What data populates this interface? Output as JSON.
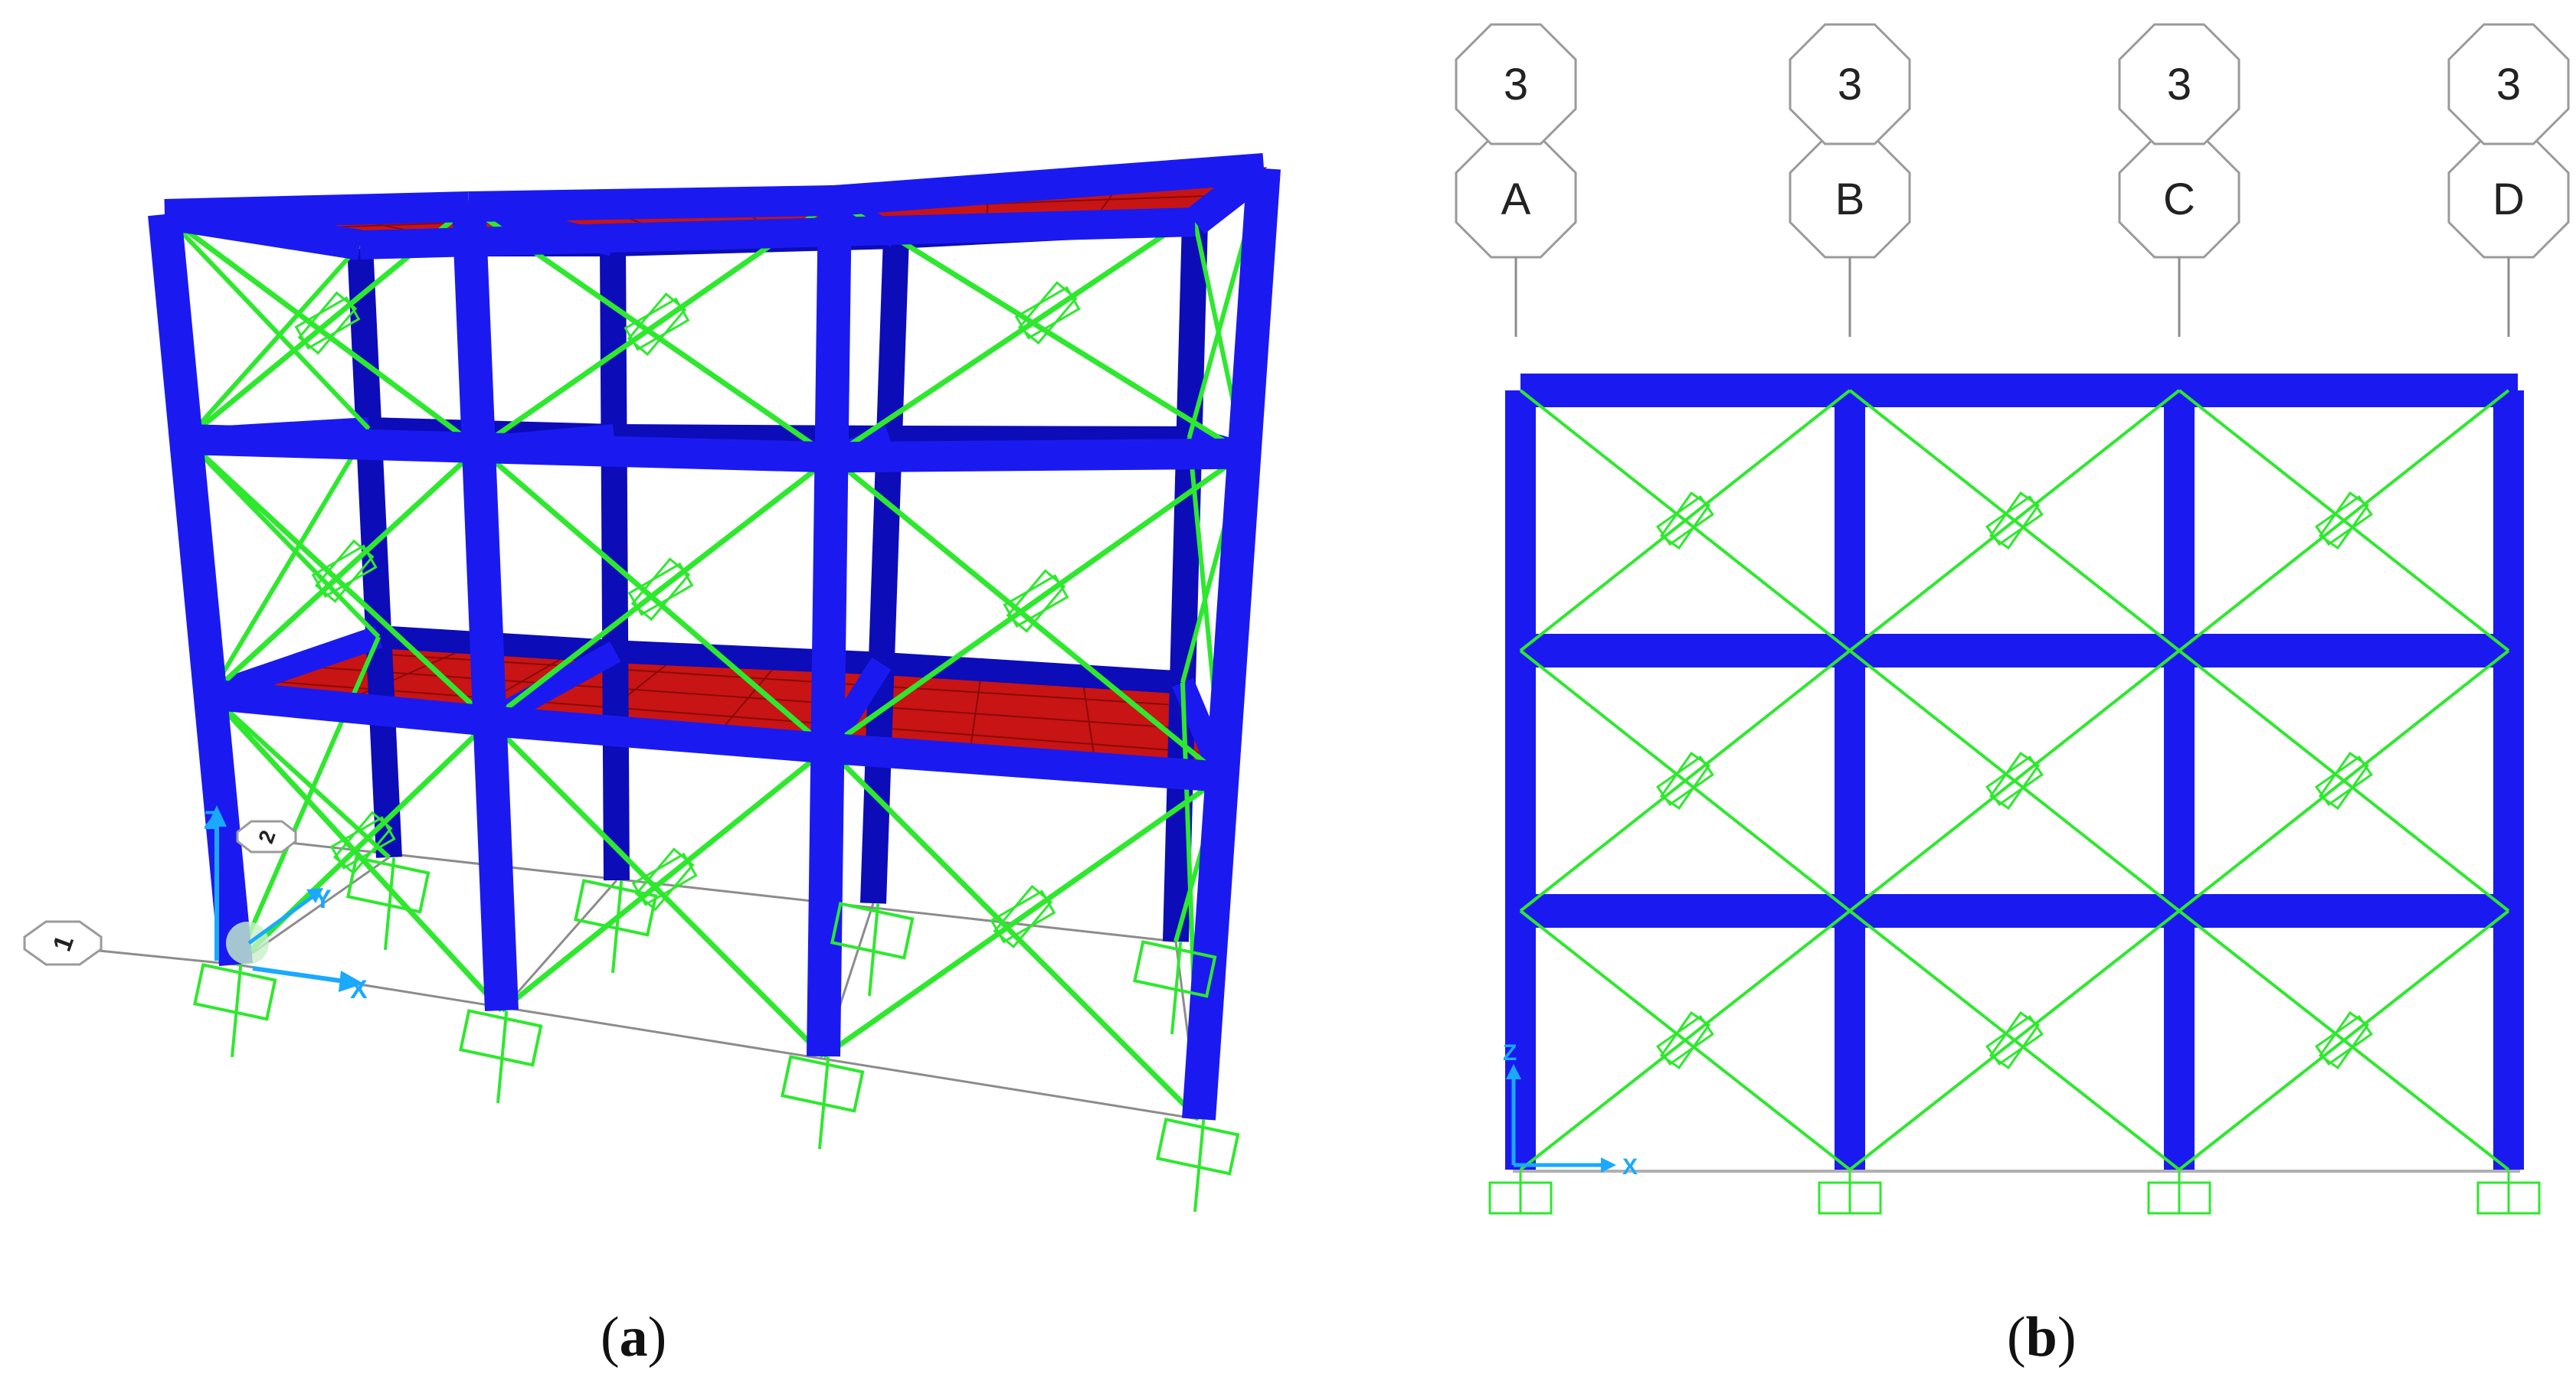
{
  "colors": {
    "frame": "#1a1af0",
    "frame_dark": "#0c0cb8",
    "brace": "#2ee82e",
    "slab": "#c81414",
    "slab_dark": "#8a0a0a",
    "grid": "#8c8c8c",
    "bubble_stroke": "#9a9a9a",
    "axis": "#1aa9ff"
  },
  "panel_a": {
    "grid_bubbles": [
      "1",
      "2"
    ],
    "axis_labels": {
      "z": "Z",
      "y": "Y",
      "x": "X"
    },
    "caption": {
      "open": "(",
      "letter": "a",
      "close": ")"
    }
  },
  "panel_b": {
    "grid_lines": [
      {
        "row": "3",
        "col": "A"
      },
      {
        "row": "3",
        "col": "B"
      },
      {
        "row": "3",
        "col": "C"
      },
      {
        "row": "3",
        "col": "D"
      }
    ],
    "axis_labels": {
      "z": "Z",
      "x": "X"
    },
    "caption": {
      "open": "(",
      "letter": "b",
      "close": ")"
    }
  }
}
